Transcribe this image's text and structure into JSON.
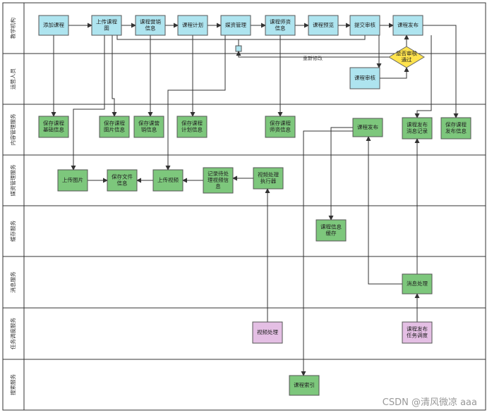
{
  "colors": {
    "swimlane_bg": "#ffffff",
    "swimlane_border": "#333333",
    "node_cyan": "#aee4ef",
    "node_green": "#7dc77c",
    "node_purple": "#e4bfe4",
    "node_yellow": "#ffe34d",
    "arrow": "#333333"
  },
  "lanes": [
    {
      "id": "jiaoxue",
      "label": "教学机构"
    },
    {
      "id": "yunying",
      "label": "运营人员"
    },
    {
      "id": "neirong",
      "label": "内容管理服务"
    },
    {
      "id": "meizi",
      "label": "媒资管理服务"
    },
    {
      "id": "huancun",
      "label": "缓存服务"
    },
    {
      "id": "xiaoxi",
      "label": "消息服务"
    },
    {
      "id": "renwu",
      "label": "任务调度服务"
    },
    {
      "id": "sousuo",
      "label": "搜索服务"
    }
  ],
  "nodes": {
    "add_course": {
      "lines": [
        "添加课程"
      ],
      "type": "cyan"
    },
    "upload_course_img": {
      "lines": [
        "上传课程",
        "图"
      ],
      "type": "cyan"
    },
    "course_marketing": {
      "lines": [
        "课程营销",
        "信息"
      ],
      "type": "cyan"
    },
    "course_plan": {
      "lines": [
        "课程计划"
      ],
      "type": "cyan"
    },
    "media_mgmt": {
      "lines": [
        "媒资管理"
      ],
      "type": "cyan"
    },
    "teacher_info": {
      "lines": [
        "课程师资",
        "信息"
      ],
      "type": "cyan"
    },
    "course_preview": {
      "lines": [
        "课程预览"
      ],
      "type": "cyan"
    },
    "submit_audit": {
      "lines": [
        "提交审核"
      ],
      "type": "cyan"
    },
    "course_publish_top": {
      "lines": [
        "课程发布"
      ],
      "type": "cyan"
    },
    "audit_pass": {
      "lines": [
        "是否审核",
        "通过"
      ],
      "type": "yellow"
    },
    "course_audit": {
      "lines": [
        "课程审核"
      ],
      "type": "cyan"
    },
    "save_basic": {
      "lines": [
        "保存课程",
        "基础信息"
      ],
      "type": "green"
    },
    "save_img": {
      "lines": [
        "保存课程",
        "图片信息"
      ],
      "type": "green"
    },
    "save_marketing": {
      "lines": [
        "保存课营",
        "销信息"
      ],
      "type": "green"
    },
    "save_plan": {
      "lines": [
        "保存课程",
        "计划信息"
      ],
      "type": "green"
    },
    "save_teacher": {
      "lines": [
        "保存课程",
        "师资信息"
      ],
      "type": "green"
    },
    "course_publish_mid": {
      "lines": [
        "课程发布"
      ],
      "type": "green"
    },
    "publish_msg_record": {
      "lines": [
        "课程发布",
        "消息记录"
      ],
      "type": "green"
    },
    "save_publish": {
      "lines": [
        "保存课程",
        "发布信息"
      ],
      "type": "green"
    },
    "upload_img": {
      "lines": [
        "上传图片"
      ],
      "type": "green"
    },
    "save_file": {
      "lines": [
        "保存文件",
        "信息"
      ],
      "type": "green"
    },
    "upload_video": {
      "lines": [
        "上传视频"
      ],
      "type": "green"
    },
    "record_video": {
      "lines": [
        "记录待处",
        "理视频信",
        "息"
      ],
      "type": "green"
    },
    "video_executor": {
      "lines": [
        "视频处理",
        "执行器"
      ],
      "type": "green"
    },
    "course_cache": {
      "lines": [
        "课程信息",
        "缓存"
      ],
      "type": "green"
    },
    "msg_process": {
      "lines": [
        "消息处理"
      ],
      "type": "green"
    },
    "video_process": {
      "lines": [
        "视频处理"
      ],
      "type": "purple"
    },
    "publish_task": {
      "lines": [
        "课程发布",
        "任务调度"
      ],
      "type": "purple"
    },
    "course_index": {
      "lines": [
        "课程索引"
      ],
      "type": "green"
    }
  },
  "loop_label": "重新修改",
  "watermark": "CSDN @清风微凉 aaa"
}
